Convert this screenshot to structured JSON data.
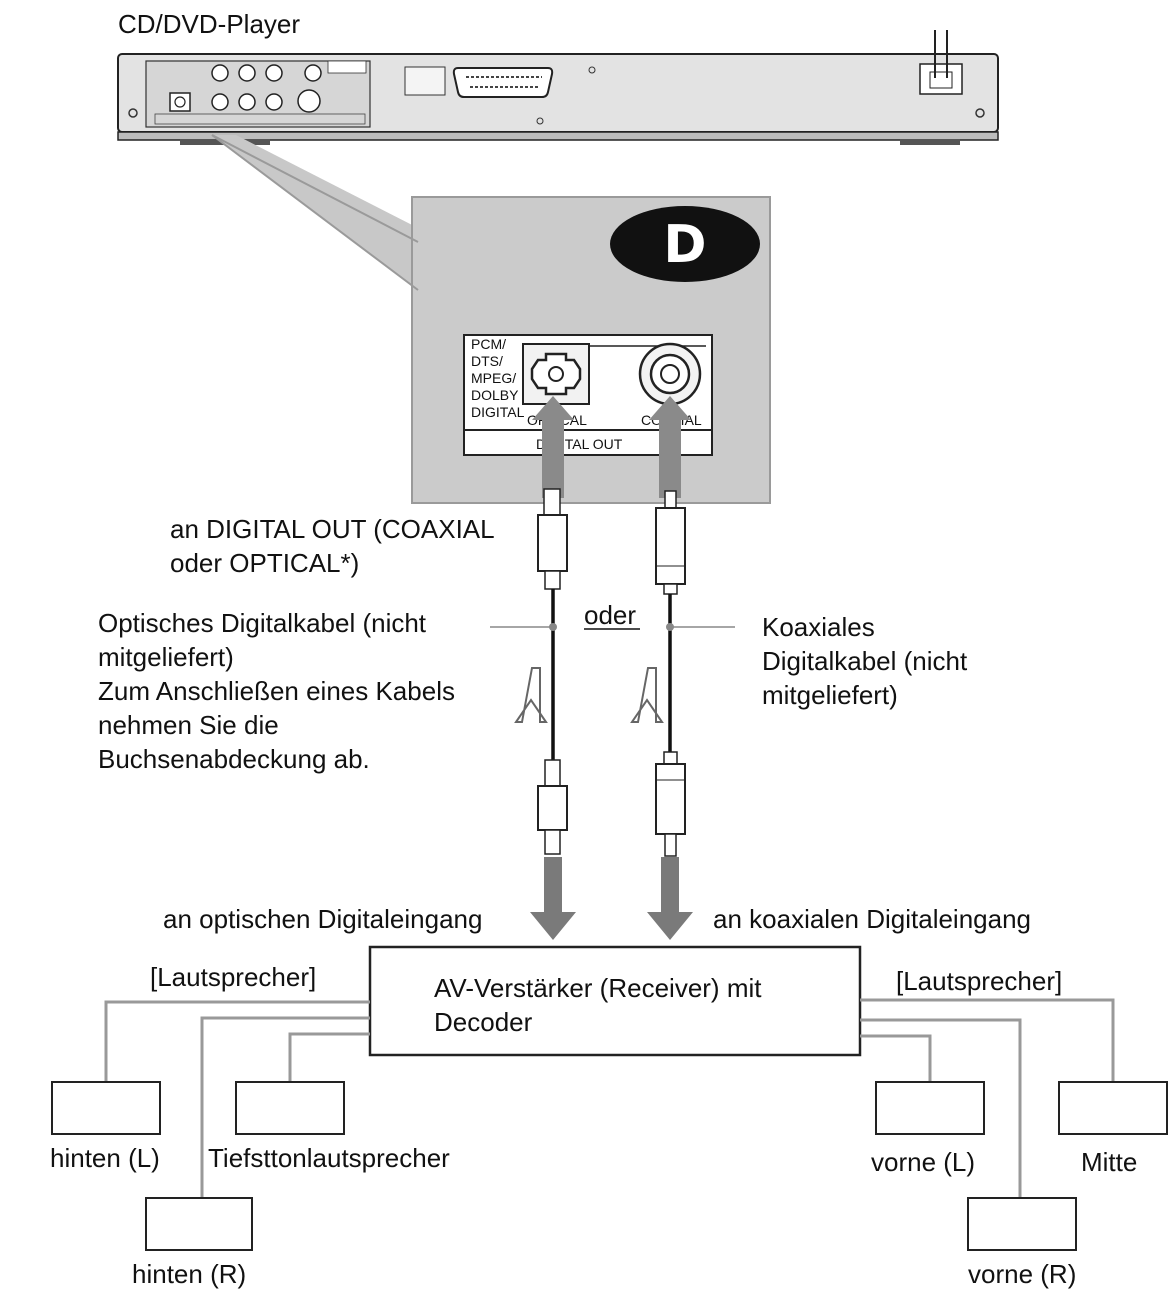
{
  "device": {
    "title": "CD/DVD-Player"
  },
  "zoom": {
    "badge": "D",
    "jack_formats": [
      "PCM/",
      "DTS/",
      "MPEG/",
      "DOLBY",
      "DIGITAL"
    ],
    "optical_label": "OPTICAL",
    "coaxial_label": "COAXIAL",
    "panel_label": "DIGITAL OUT"
  },
  "cables": {
    "to_player": [
      "an DIGITAL OUT (COAXIAL",
      "oder OPTICAL*)"
    ],
    "optical_cable": [
      "Optisches Digitalkabel (nicht",
      "mitgeliefert)",
      "Zum Anschließen eines Kabels",
      "nehmen Sie die",
      "Buchsenabdeckung ab."
    ],
    "or_word": "oder",
    "coaxial_cable": [
      "Koaxiales",
      "Digitalkabel (nicht",
      "mitgeliefert)"
    ]
  },
  "inputs": {
    "optical_input": "an optischen Digitaleingang",
    "coaxial_input": "an koaxialen Digitaleingang"
  },
  "amplifier": {
    "label": [
      "AV-Verstärker (Receiver) mit",
      "Decoder"
    ]
  },
  "speakers": {
    "group_left": "[Lautsprecher]",
    "group_right": "[Lautsprecher]",
    "rear_left": "hinten (L)",
    "subwoofer": "Tiefsttonlautsprecher",
    "rear_right": "hinten (R)",
    "front_left": "vorne (L)",
    "center": "Mitte",
    "front_right": "vorne (R)"
  }
}
